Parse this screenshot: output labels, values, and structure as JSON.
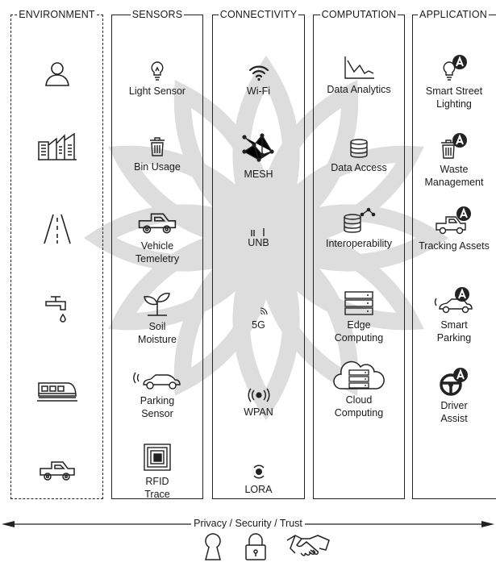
{
  "columns": {
    "environment": {
      "title": "ENVIRONMENT",
      "icons": [
        "person-icon",
        "factory-icon",
        "road-icon",
        "water-tap-icon",
        "train-icon",
        "pickup-truck-icon"
      ]
    },
    "sensors": {
      "title": "SENSORS",
      "items": [
        {
          "icon": "lightbulb-icon",
          "label": "Light Sensor"
        },
        {
          "icon": "trash-bin-icon",
          "label": "Bin Usage"
        },
        {
          "icon": "pickup-truck-icon",
          "label": "Vehicle Temeletry"
        },
        {
          "icon": "sprout-icon",
          "label": "Soil Moisture"
        },
        {
          "icon": "car-signal-icon",
          "label": "Parking Sensor"
        },
        {
          "icon": "rfid-chip-icon",
          "label": "RFID Trace"
        }
      ]
    },
    "connectivity": {
      "title": "CONNECTIVITY",
      "items": [
        {
          "icon": "wifi-icon",
          "label": "Wi-Fi"
        },
        {
          "icon": "mesh-network-icon",
          "label": "MESH"
        },
        {
          "icon": "unb-signal-icon",
          "label": "UNB"
        },
        {
          "icon": "5g-signal-icon",
          "label": "5G"
        },
        {
          "icon": "wpan-signal-icon",
          "label": "WPAN"
        },
        {
          "icon": "lora-signal-icon",
          "label": "LORA"
        }
      ]
    },
    "computation": {
      "title": "COMPUTATION",
      "items": [
        {
          "icon": "line-chart-icon",
          "label": "Data Analytics"
        },
        {
          "icon": "database-icon",
          "label": "Data Access"
        },
        {
          "icon": "database-share-icon",
          "label": "Interoperability"
        },
        {
          "icon": "server-rack-icon",
          "label": "Edge Computing"
        },
        {
          "icon": "cloud-server-icon",
          "label": "Cloud Computing"
        }
      ]
    },
    "application": {
      "title": "APPLICATION",
      "items": [
        {
          "icon": "lightbulb-app-icon",
          "label": "Smart Street Lighting"
        },
        {
          "icon": "trash-bin-app-icon",
          "label": "Waste Management"
        },
        {
          "icon": "truck-app-icon",
          "label": "Tracking Assets"
        },
        {
          "icon": "car-app-icon",
          "label": "Smart Parking"
        },
        {
          "icon": "steering-wheel-app-icon",
          "label": "Driver Assist"
        }
      ]
    }
  },
  "bottom": {
    "label": "Privacy / Security / Trust",
    "icons": [
      "keyhole-icon",
      "padlock-icon",
      "handshake-icon"
    ]
  }
}
